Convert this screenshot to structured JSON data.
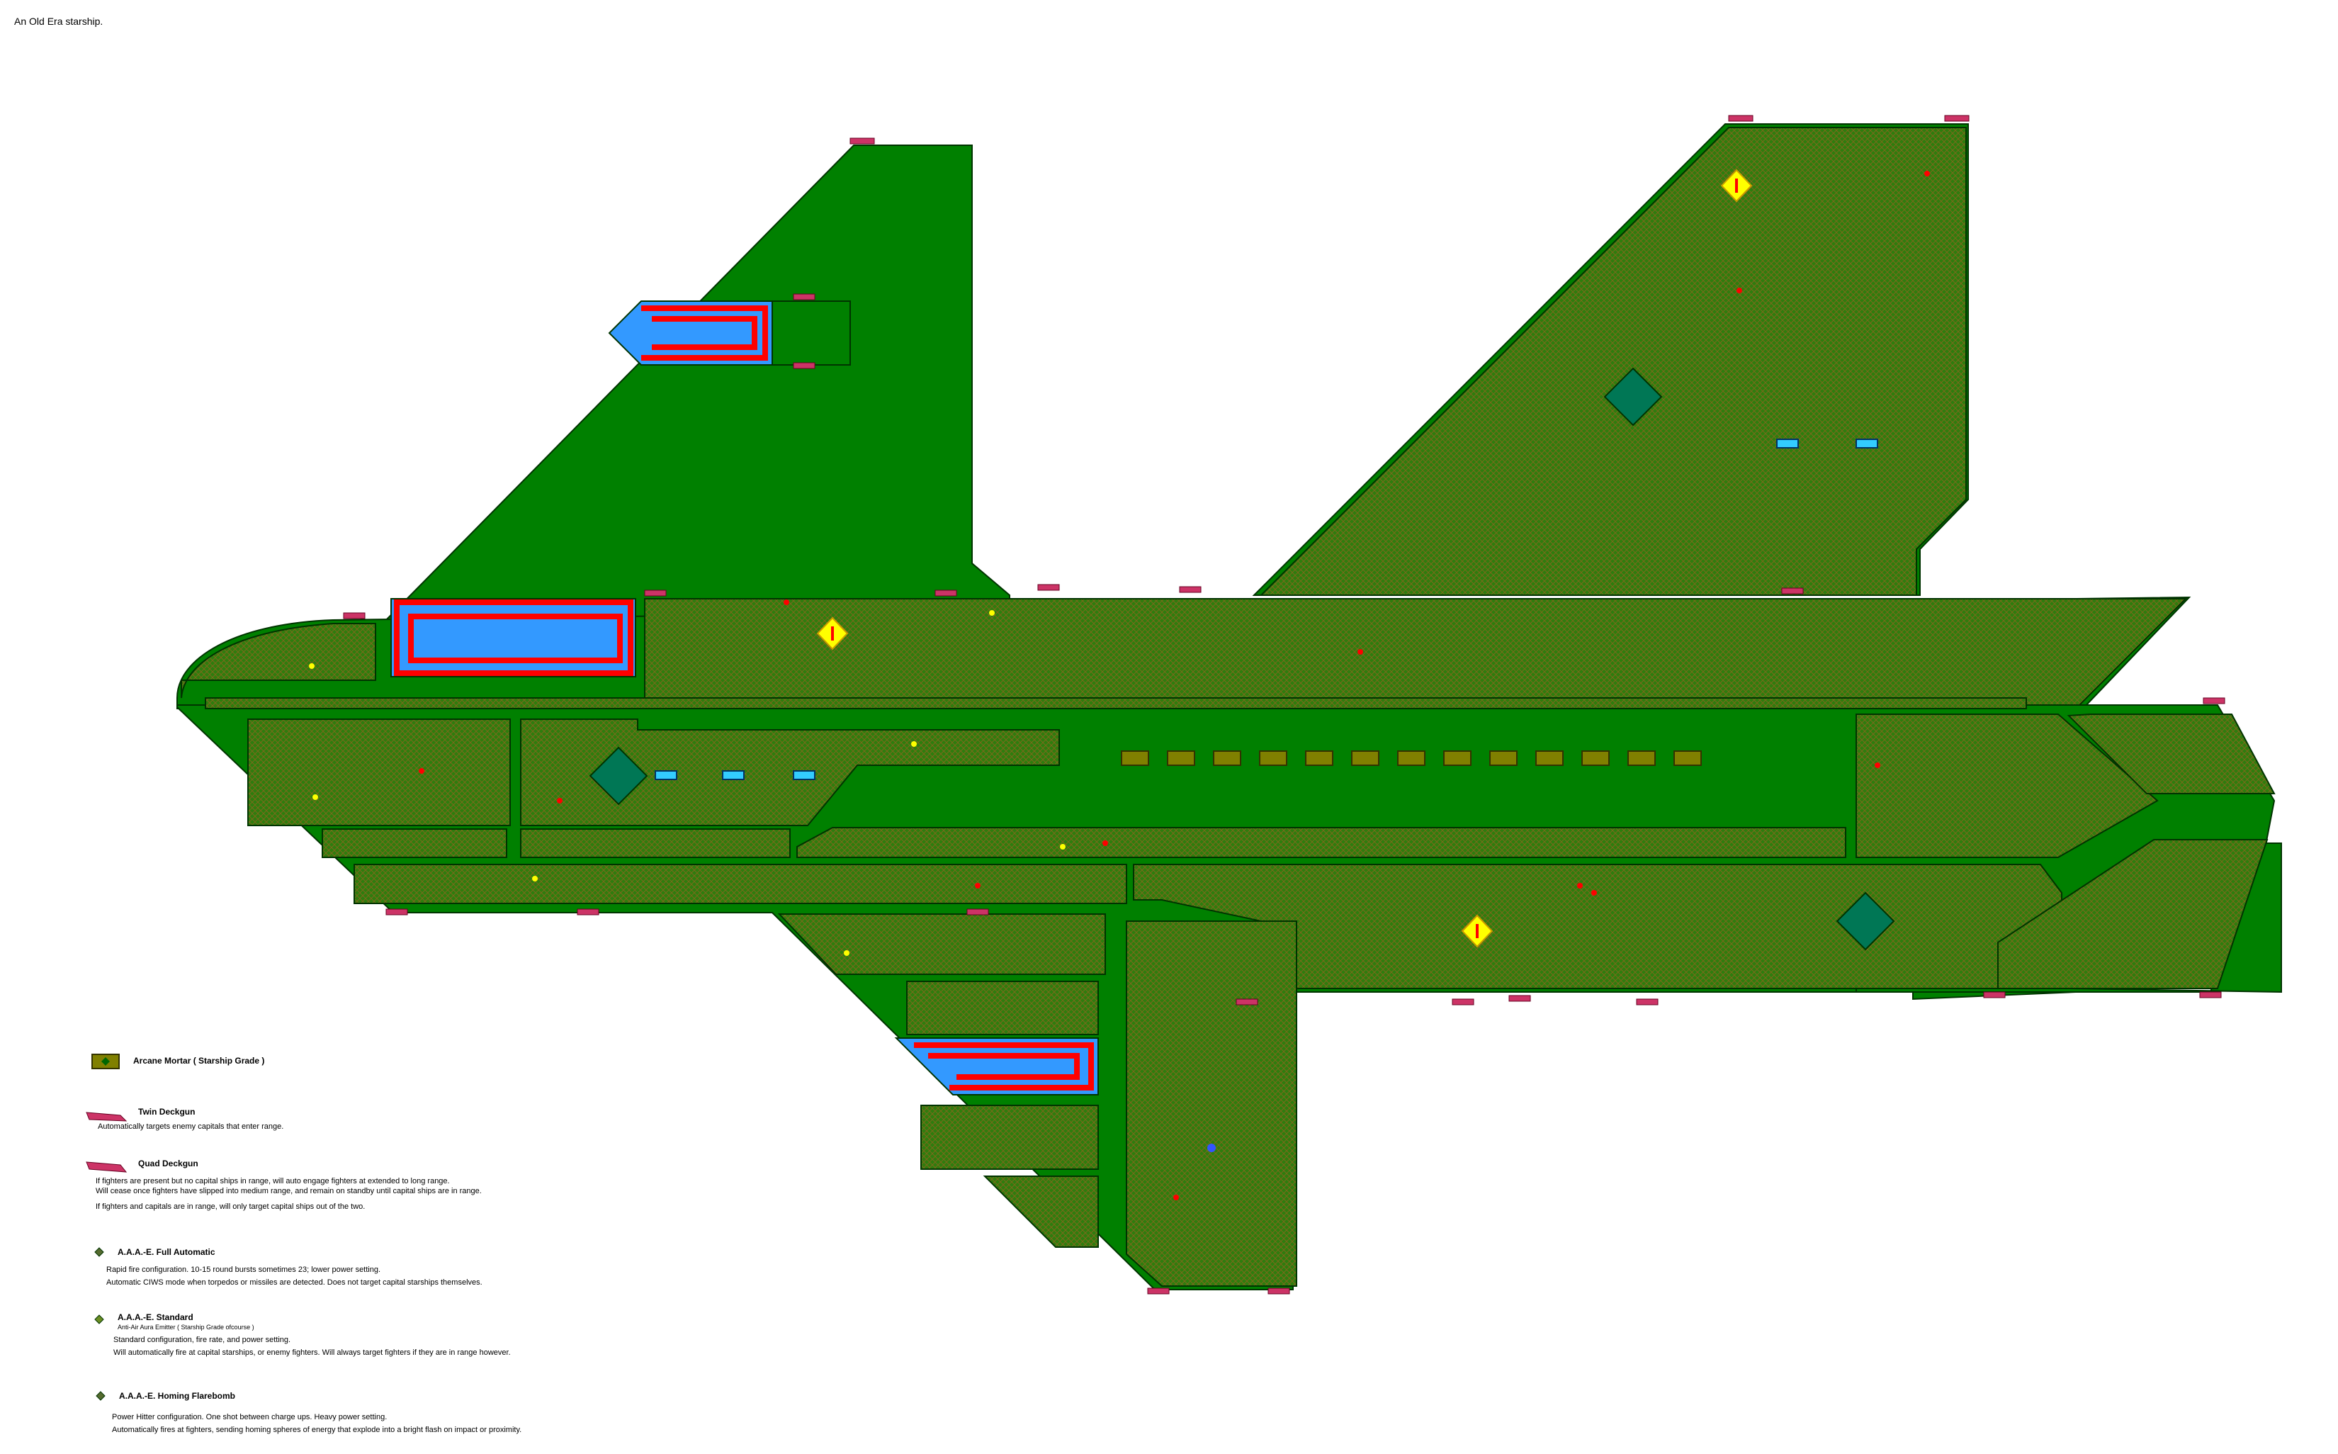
{
  "title": "An Old Era starship.",
  "colors": {
    "hull": "#008000",
    "mesh": "#556b2f",
    "outline": "#003300",
    "bay_red": "#ff0000",
    "bay_blue": "#3399ff",
    "marker_yellow": "#ffff00",
    "mortar_olive": "#808000",
    "gun_magenta": "#cc3366"
  },
  "legend": {
    "mortar": {
      "icon": "mortar-icon",
      "label": "Arcane Mortar ( Starship Grade )"
    },
    "twin": {
      "icon": "twin-deckgun-icon",
      "label": "Twin Deckgun",
      "lines": [
        "Automatically targets enemy capitals that enter range."
      ]
    },
    "quad": {
      "icon": "quad-deckgun-icon",
      "label": "Quad Deckgun",
      "lines": [
        "If fighters are present but no capital ships in range, will auto engage fighters at extended to long range.",
        "Will cease once fighters have slipped into medium range, and remain on standby until capital ships are in range.",
        "If fighters and capitals are in range, will only target capital ships out of the two."
      ]
    },
    "full_auto": {
      "icon": "aaae-full-auto-icon",
      "label": "A.A.A.-E. Full Automatic",
      "lines": [
        "Rapid fire configuration. 10-15 round bursts sometimes 23; lower power setting.",
        "Automatic CIWS mode when torpedos or missiles are detected. Does not target capital starships themselves."
      ]
    },
    "standard": {
      "icon": "aaae-standard-icon",
      "label": "A.A.A.-E.  Standard",
      "sub": "Anti-Air Aura Emitter ( Starship Grade ofcourse )",
      "lines": [
        "Standard configuration, fire rate, and power setting.",
        "Will automatically fire at capital starships, or enemy fighters. Will always target fighters if they are in range however."
      ]
    },
    "homing": {
      "icon": "aaae-homing-flarebomb-icon",
      "label": "A.A.A.-E. Homing Flarebomb",
      "lines": [
        "Power Hitter configuration. One shot between charge ups. Heavy power setting.",
        "Automatically fires at fighters, sending homing spheres of energy that explode into a bright flash on impact or proximity."
      ]
    }
  }
}
